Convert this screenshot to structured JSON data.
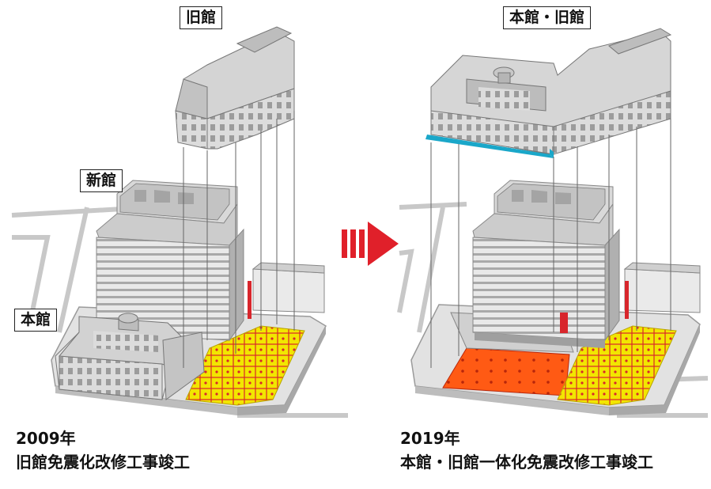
{
  "left_panel": {
    "labels": {
      "old_building": "旧館",
      "new_building": "新館",
      "main_building": "本館"
    },
    "caption": {
      "year": "2009年",
      "description": "旧館免震化改修工事竣工"
    }
  },
  "right_panel": {
    "labels": {
      "combined_building": "本館・旧館"
    },
    "caption": {
      "year": "2019年",
      "description": "本館・旧館一体化免震改修工事竣工"
    }
  },
  "colors": {
    "isolator_yellow": "#f2e600",
    "isolator_red": "#d8262c",
    "base_orange": "#ff5a14",
    "base_isolation_cyan": "#1aa7c9",
    "arrow_red": "#e0202a"
  },
  "icons": {
    "transition": "arrow-right-icon"
  }
}
